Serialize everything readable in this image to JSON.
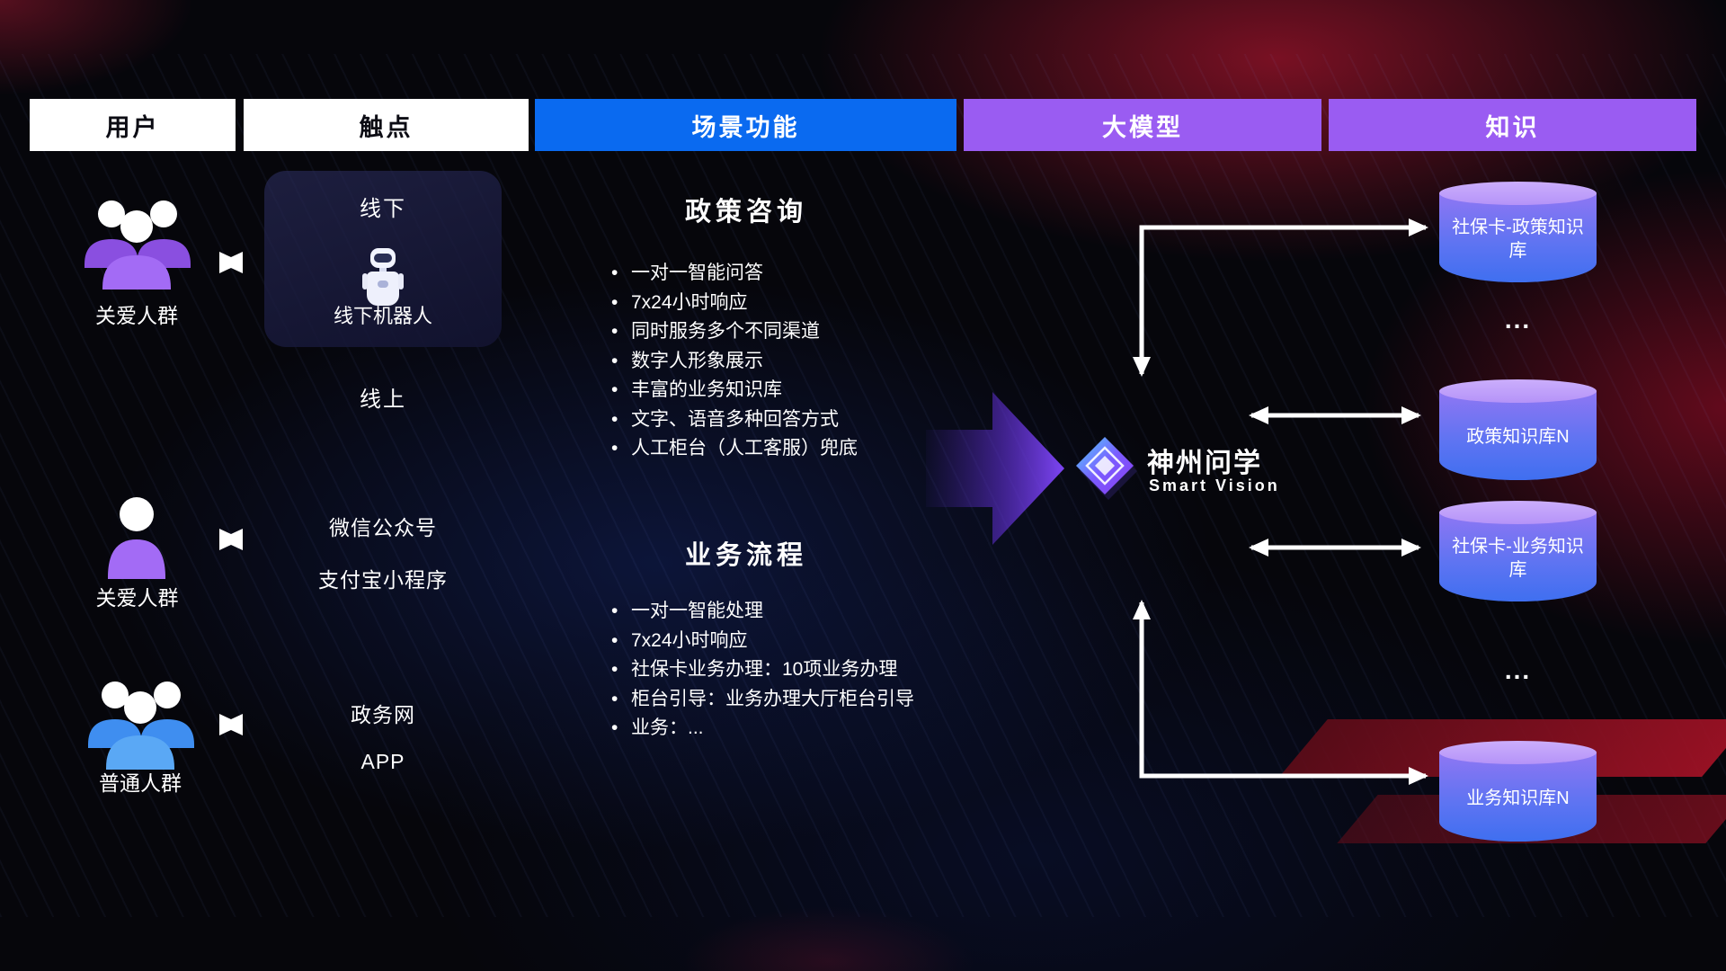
{
  "header": {
    "columns": [
      {
        "label": "用户"
      },
      {
        "label": "触点"
      },
      {
        "label": "场景功能"
      },
      {
        "label": "大模型"
      },
      {
        "label": "知识"
      }
    ]
  },
  "users": {
    "groups": [
      {
        "label": "关爱人群"
      },
      {
        "label": "关爱人群"
      },
      {
        "label": "普通人群"
      }
    ]
  },
  "touchpoints": {
    "offline_title": "线下",
    "offline_robot_label": "线下机器人",
    "online_title": "线上",
    "channels": [
      "微信公众号",
      "支付宝小程序",
      "政务网",
      "APP"
    ]
  },
  "scenario": {
    "policy": {
      "title": "政策咨询",
      "items": [
        "一对一智能问答",
        "7x24小时响应",
        "同时服务多个不同渠道",
        "数字人形象展示",
        "丰富的业务知识库",
        "文字、语音多种回答方式",
        "人工柜台（人工客服）兜底"
      ]
    },
    "business": {
      "title": "业务流程",
      "items": [
        "一对一智能处理",
        "7x24小时响应",
        "社保卡业务办理：10项业务办理",
        "柜台引导：业务办理大厅柜台引导",
        "业务：..."
      ]
    }
  },
  "model": {
    "name": "神州问学",
    "subtitle": "Smart Vision"
  },
  "knowledge": {
    "nodes": [
      {
        "label": "社保卡-政策知识库"
      },
      {
        "label": "政策知识库N"
      },
      {
        "label": "社保卡-业务知识库"
      },
      {
        "label": "业务知识库N"
      }
    ],
    "ellipsis_top": "...",
    "ellipsis_bottom": "..."
  },
  "colors": {
    "header_blue": "#0a6af0",
    "header_purple": "#9a5cf2",
    "cylinder_top": "#b593f8",
    "cylinder_body_top": "#8f76f3",
    "cylinder_body_bottom": "#3f6ff0",
    "user_purple": "#a36bf5",
    "user_blue": "#5aa8f5",
    "big_arrow": "#8348ff",
    "arrow_white": "#ffffff"
  }
}
